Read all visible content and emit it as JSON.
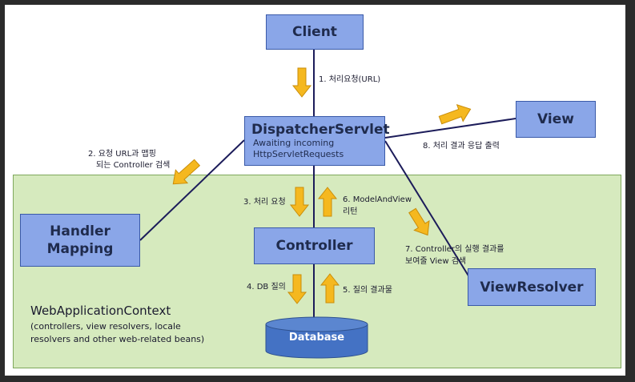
{
  "nodes": {
    "client": "Client",
    "dispatcher_title": "DispatcherServlet",
    "dispatcher_sub1": "Awaiting incoming",
    "dispatcher_sub2": "HttpServletRequests",
    "view": "View",
    "handler_mapping_1": "Handler",
    "handler_mapping_2": "Mapping",
    "controller": "Controller",
    "view_resolver": "ViewResolver",
    "database": "Database"
  },
  "context": {
    "title": "WebApplicationContext",
    "desc1": "(controllers, view resolvers, locale",
    "desc2": "resolvers and other web-related beans)"
  },
  "steps": {
    "s1": "1. 처리요청(URL)",
    "s2a": "2. 요청 URL과 맵핑",
    "s2b": "되는 Controller 검색",
    "s3": "3. 처리 요청",
    "s4": "4. DB 질의",
    "s5": "5. 질의 결과물",
    "s6a": "6. ModelAndView",
    "s6b": "리턴",
    "s7a": "7. Controller의 실행 결과를",
    "s7b": "보여줄 View 검색",
    "s8": "8. 처리 결과 응답 출력"
  },
  "colors": {
    "box_fill": "#8aa6e8",
    "context_fill": "#d6eabe",
    "arrow_fill": "#f5b81f",
    "database_fill": "#4472c4",
    "line": "#1c1c5a"
  }
}
